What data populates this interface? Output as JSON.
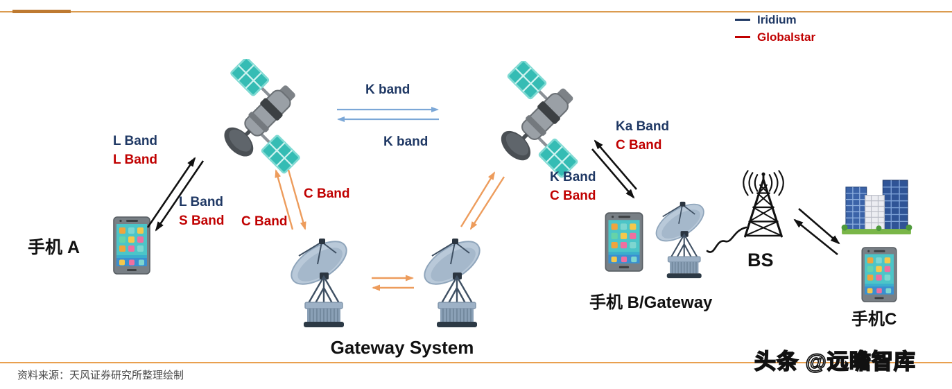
{
  "legend": {
    "items": [
      {
        "label": "Iridium",
        "color": "#1F3864"
      },
      {
        "label": "Globalstar",
        "color": "#C00000"
      }
    ]
  },
  "bands": {
    "phoneA_sat1_up_iridium": "L Band",
    "phoneA_sat1_up_globalstar": "L Band",
    "phoneA_sat1_down_iridium": "L Band",
    "phoneA_sat1_down_globalstar": "S Band",
    "intersat_forward": "K band",
    "intersat_return": "K band",
    "sat1_gateway_upper": "C Band",
    "sat1_gateway_lower": "C Band",
    "sat2_phoneB_right_iridium": "Ka Band",
    "sat2_phoneB_right_globalstar": "C Band",
    "sat2_phoneB_left_iridium": "K Band",
    "sat2_phoneB_left_globalstar": "C Band"
  },
  "nodes": {
    "phone_a": "手机 A",
    "gateway_system": "Gateway System",
    "phone_b_gateway": "手机 B/Gateway",
    "base_station": "BS",
    "phone_c": "手机C"
  },
  "footer": {
    "source": "资料来源：天风证券研究所整理绘制",
    "watermark": "头条 @远瞻智库"
  },
  "colors": {
    "iridium_text": "#1F3864",
    "globalstar_text": "#C00000",
    "orange_arrow": "#ED9C5C",
    "blue_arrow": "#7BA7D7",
    "black_arrow": "#111111"
  }
}
